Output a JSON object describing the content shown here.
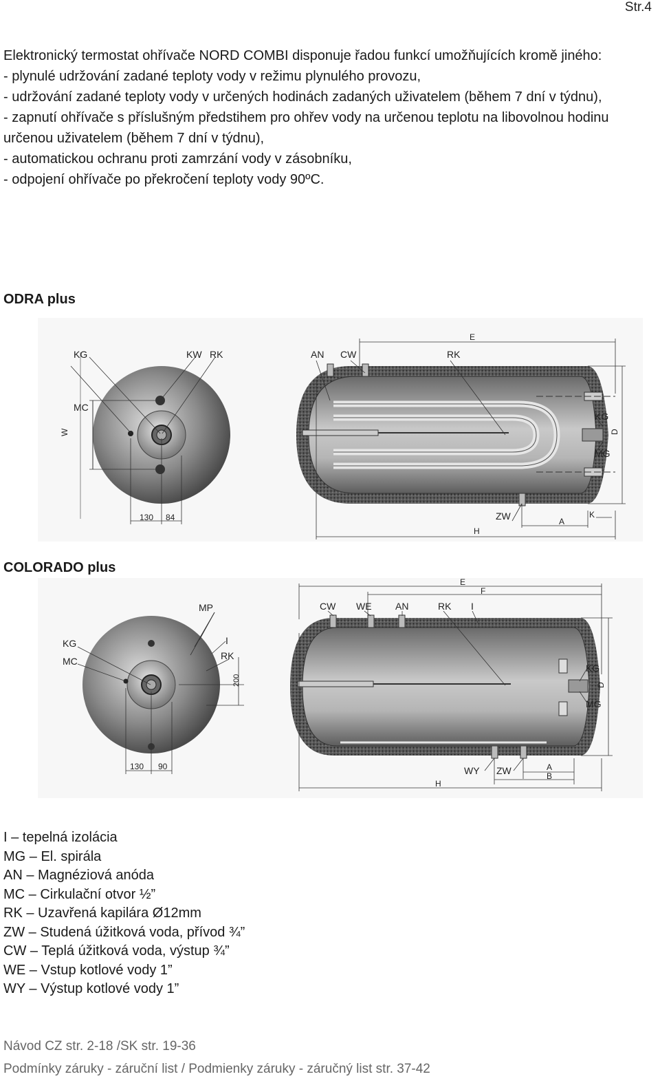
{
  "page_number": "Str.4",
  "intro": {
    "lead": "Elektronický termostat ohřívače NORD COMBI disponuje řadou funkcí umožňujících kromě jiného:",
    "items": [
      "- plynulé udržování zadané teploty vody v režimu plynulého provozu,",
      "- udržování zadané teploty vody v určených hodinách zadaných uživatelem (během 7 dní v týdnu),",
      "- zapnutí ohřívače s příslušným předstihem pro ohřev vody na určenou teplotu na libovolnou hodinu určenou uživatelem (během 7 dní v týdnu),",
      "- automatickou ochranu proti zamrzání vody v zásobníku,",
      "- odpojení ohřívače po překročení teploty vody 90ºC."
    ]
  },
  "odra": {
    "title": "ODRA plus",
    "labels": {
      "kg": "KG",
      "kw": "KW",
      "rk": "RK",
      "mc": "MC",
      "w": "W",
      "d130": "130",
      "d84": "84",
      "an": "AN",
      "cw": "CW",
      "rk2": "RK",
      "e": "E",
      "kg2": "KG",
      "mg": "MG",
      "d": "D",
      "zw": "ZW",
      "k": "K",
      "a": "A",
      "h": "H"
    }
  },
  "colorado": {
    "title": "COLORADO plus",
    "labels": {
      "mp": "MP",
      "i": "I",
      "rk": "RK",
      "kg": "KG",
      "mc": "MC",
      "d200": "200",
      "d130": "130",
      "d90": "90",
      "e": "E",
      "f": "F",
      "cw": "CW",
      "we": "WE",
      "an": "AN",
      "rk2": "RK",
      "i2": "I",
      "kg2": "KG",
      "mg": "MG",
      "d": "D",
      "wy": "WY",
      "zw": "ZW",
      "a": "A",
      "b": "B",
      "h": "H"
    }
  },
  "legend": [
    "I – tepelná izolácia",
    "MG – El. spirála",
    "AN – Magnéziová anóda",
    "MC – Cirkulační otvor ½”",
    "RK –  Uzavřená kapilára  Ø12mm",
    "ZW – Studená úžitková voda, přívod ¾”",
    "CW – Teplá úžitková voda, výstup ¾”",
    "WE – Vstup kotlové vody 1”",
    "WY – Výstup kotlové vody 1”"
  ],
  "footer": {
    "line1": "Návod CZ str. 2-18 /SK str. 19-36",
    "line2": "Podmínky záruky - záruční list / Podmienky záruky - záručný list str. 37-42"
  }
}
